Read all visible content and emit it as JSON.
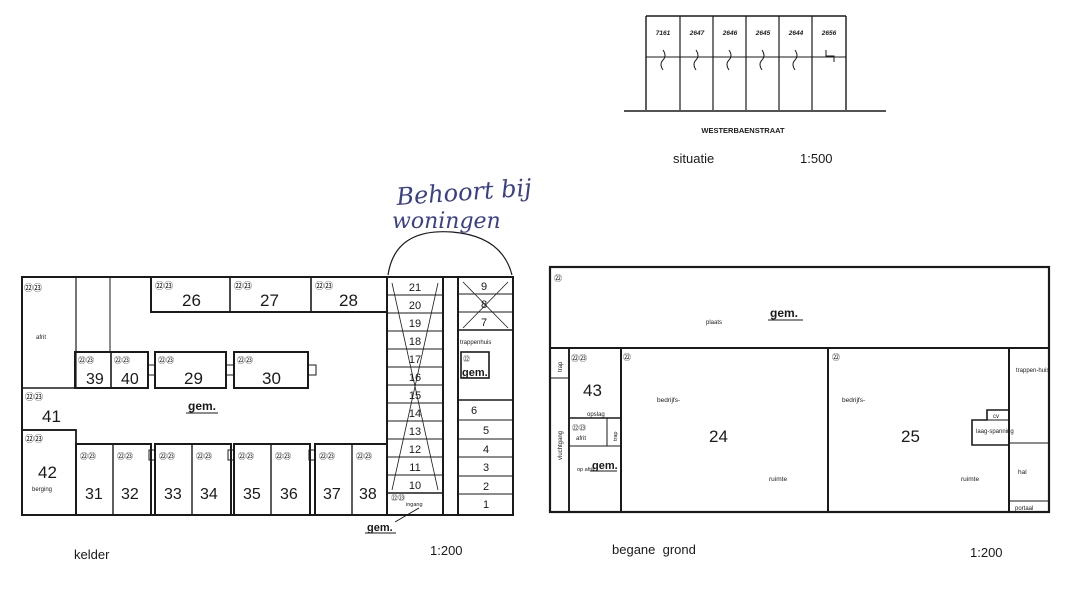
{
  "situatie": {
    "lot_numbers": [
      "7161",
      "2647",
      "2646",
      "2645",
      "2644",
      "2656"
    ],
    "street": "WESTERBAENSTRAAT",
    "caption": "situatie",
    "scale": "1:500"
  },
  "annotation": {
    "line1": "Behoort bij",
    "line2": "woningen"
  },
  "kelder": {
    "caption": "kelder",
    "scale": "1:200",
    "afrit": "afrit",
    "gem": "gem.",
    "gem_bottom": "gem.",
    "ingang": "ingang",
    "unit41": "41",
    "unit42": "42",
    "berging": "berging",
    "tag_22_23": "㉒㉓",
    "tag_22_23b": "㉒㉓",
    "storage_top": [
      "26",
      "27",
      "28"
    ],
    "storage_mid": [
      "39",
      "40",
      "29",
      "30"
    ],
    "storage_bottom": [
      "31",
      "32",
      "33",
      "34",
      "35",
      "36",
      "37",
      "38"
    ],
    "stair_left": [
      "21",
      "20",
      "19",
      "18",
      "17",
      "16",
      "15",
      "14",
      "13",
      "12",
      "11",
      "10"
    ],
    "stair_right": [
      "9",
      "8",
      "7",
      "6",
      "5",
      "4",
      "3",
      "2",
      "1"
    ],
    "trappenhuis": "trappenhuis",
    "gem_mid": "gem."
  },
  "begane_grond": {
    "caption": "begane  grond",
    "scale": "1:200",
    "plaats": "plaats",
    "gem": "gem.",
    "trap": "trap",
    "vluchtgang": "vluchtgang",
    "unit43": "43",
    "opslag": "opslag",
    "afrit": "afrit",
    "trap2": "trap",
    "op_afrit": "op afrit",
    "gem2": "gem.",
    "bedrijfs": "bedrijfs-",
    "ruimte": "ruimte",
    "unit24": "24",
    "unit25": "25",
    "trappenhuis": "trappen-huis",
    "cv": "cv",
    "laagspanning": "laag-spanning",
    "hal": "hal",
    "portaal": "portaal",
    "tag22": "㉒",
    "tag_22_23": "㉒㉓"
  }
}
